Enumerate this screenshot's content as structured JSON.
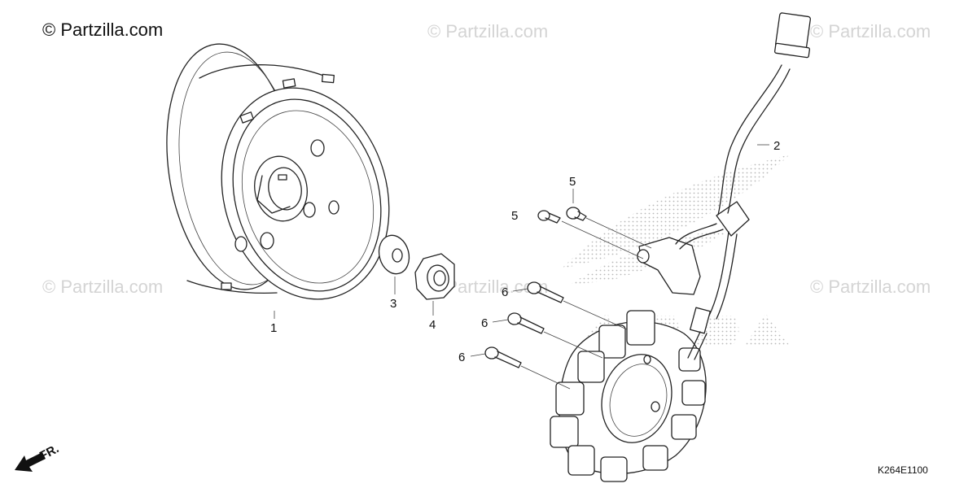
{
  "watermarks": {
    "brand": "© Partzilla.com",
    "faint": "© Partzilla.com"
  },
  "callouts": [
    {
      "id": "1",
      "part": "flywheel"
    },
    {
      "id": "2",
      "part": "pulser-wire"
    },
    {
      "id": "3",
      "part": "washer"
    },
    {
      "id": "4",
      "part": "nut"
    },
    {
      "id": "5",
      "part": "bolt"
    },
    {
      "id": "5",
      "part": "bolt"
    },
    {
      "id": "6",
      "part": "bolt"
    },
    {
      "id": "6",
      "part": "bolt"
    },
    {
      "id": "6",
      "part": "bolt"
    }
  ],
  "direction_label": "FR.",
  "diagram_code": "K264E1100",
  "colors": {
    "line": "#222222",
    "watermark": "#d4d4d4",
    "dots": "#b8b8b8"
  },
  "icons": {
    "direction": "front-direction-arrow-icon"
  }
}
